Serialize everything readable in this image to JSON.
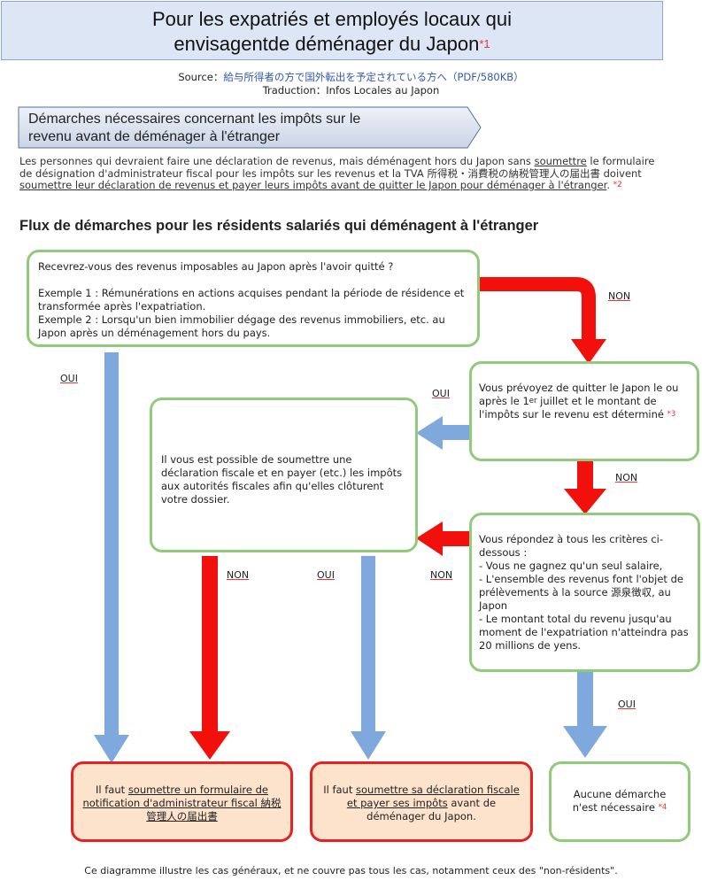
{
  "title": {
    "line1": "Pour les expatriés et employés locaux qui",
    "line2": "envisagentde déménager du Japon",
    "note": "*1"
  },
  "source": {
    "prefix": "Source：",
    "link": "給与所得者の方で国外転出を予定されている方へ（PDF/580KB）",
    "translation": "Traduction：Infos Locales au Japon"
  },
  "section": {
    "line1": "Démarches nécessaires concernant les impôts sur le",
    "line2": "revenu avant de déménager à l'étranger"
  },
  "intro": {
    "p1": "Les personnes qui devraient faire une déclaration de revenus, mais déménagent hors du Japon sans ",
    "u1": "soumettre",
    "p2": " le formulaire de désignation d'administrateur fiscal pour les impôts sur les revenus et la TVA 所得税・消費税の納税管理人の届出書 doivent ",
    "u2": "soumettre leur déclaration de revenus et payer leurs impôts avant de quitter le Japon pour déménager à l'étranger",
    "p3": ". ",
    "note": "*2"
  },
  "flow_heading": "Flux de démarches pour les résidents salariés qui déménagent à l'étranger",
  "boxes": {
    "q1": {
      "line1": "Recevrez-vous des revenus imposables au Japon après l'avoir quitté ?",
      "ex1": "Exemple 1 : Rémunérations en actions acquises pendant la période de résidence et transformée après l'expatriation.",
      "ex2": "Exemple 2 : Lorsqu'un bien immobilier dégage des revenus immobiliers, etc. au Japon après un déménagement hors du pays."
    },
    "q2": {
      "text": "Vous prévoyez de quitter le Japon le ou après le 1",
      "sup_er": "er",
      "text2": " juillet et le montant de l'impôts sur le revenu est déterminé",
      "note": "*3"
    },
    "mid": {
      "text": "Il vous est possible de soumettre une déclaration fiscale et en payer (etc.) les impôts aux autorités fiscales afin qu'elles clôturent votre dossier."
    },
    "q3": {
      "intro": "Vous répondez à tous les critères ci-dessous :",
      "c1": "- Vous ne gagnez qu'un seul salaire,",
      "c2": "- L'ensemble des revenus font l'objet de prélèvements à la source 源泉徴収, au Japon",
      "c3": "- Le montant total du revenu jusqu'au moment de l'expatriation n'atteindra pas 20 millions de yens."
    },
    "end1": {
      "prefix": "Il faut ",
      "u": "soumettre un formulaire de notification d'administrateur fiscal 納税管理人の届出書"
    },
    "end2": {
      "prefix": "Il faut ",
      "u": "soumettre sa déclaration fiscale et payer ses impôts",
      "suffix": " avant de déménager du Japon."
    },
    "end3": {
      "text": "Aucune démarche n'est nécessaire",
      "note": "*4"
    }
  },
  "labels": {
    "non": "NON",
    "oui": "OUI"
  },
  "colors": {
    "red_arrow": "#f2100c",
    "blue_arrow": "#7fa8dd",
    "green_border": "#93c97a",
    "red_border": "#e8201f",
    "end_fill": "#fde3cc",
    "title_fill": "#dce6f5"
  },
  "footer": "Ce diagramme illustre les cas généraux, et ne couvre pas tous les cas, notamment ceux des \"non-résidents\"."
}
